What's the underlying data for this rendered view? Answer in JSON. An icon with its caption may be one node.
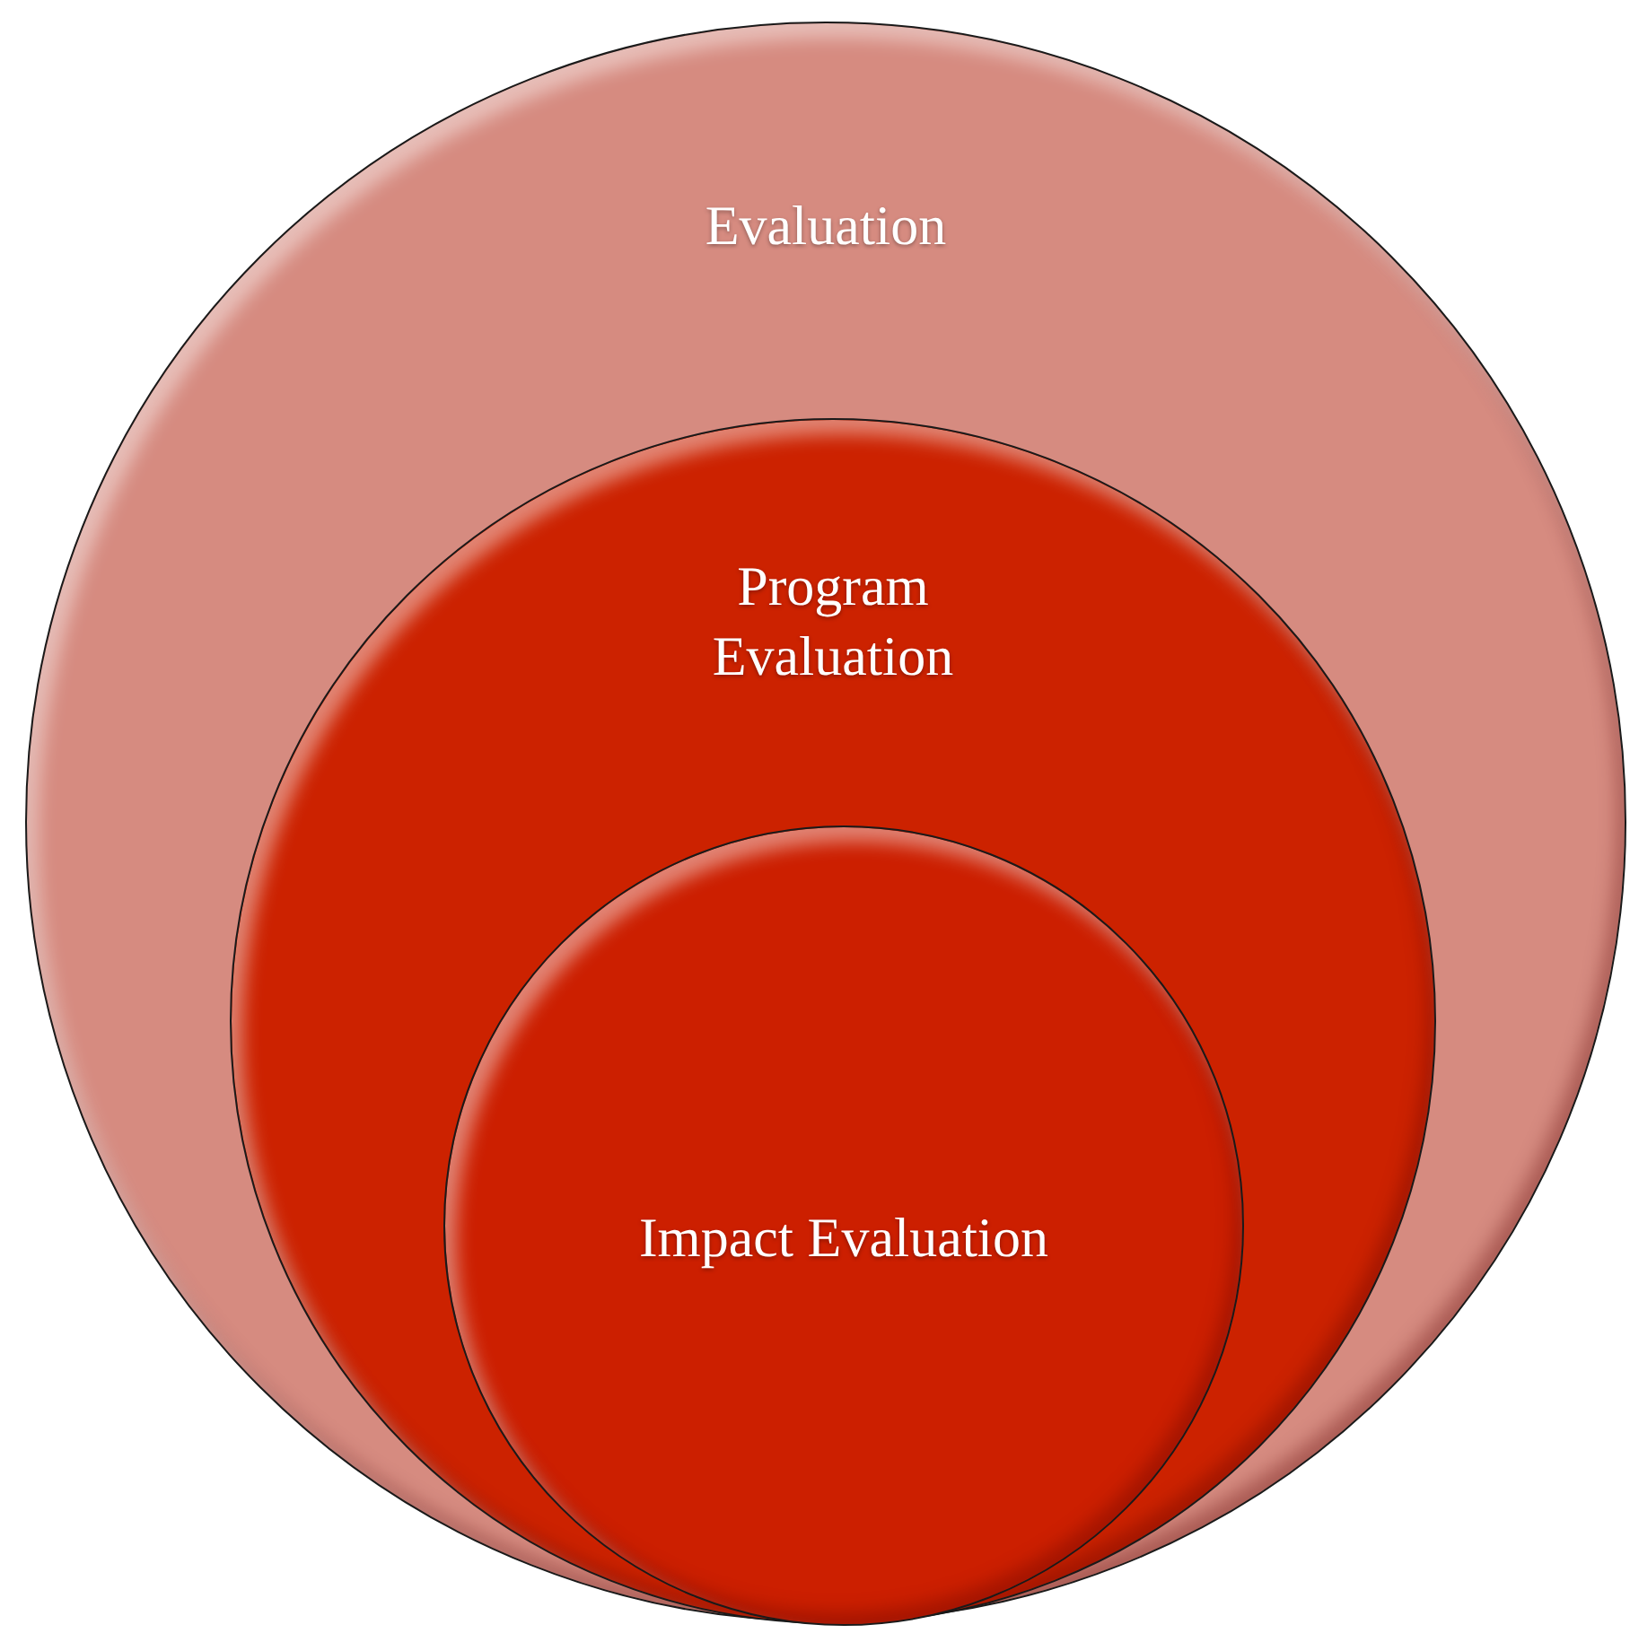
{
  "diagram": {
    "nodes": [
      {
        "text": [
          "Evaluation"
        ]
      },
      {
        "text": [
          "Program Evaluation"
        ],
        "in": 0
      },
      {
        "text": [
          "Impact Evaluation"
        ],
        "in": 1
      }
    ]
  }
}
